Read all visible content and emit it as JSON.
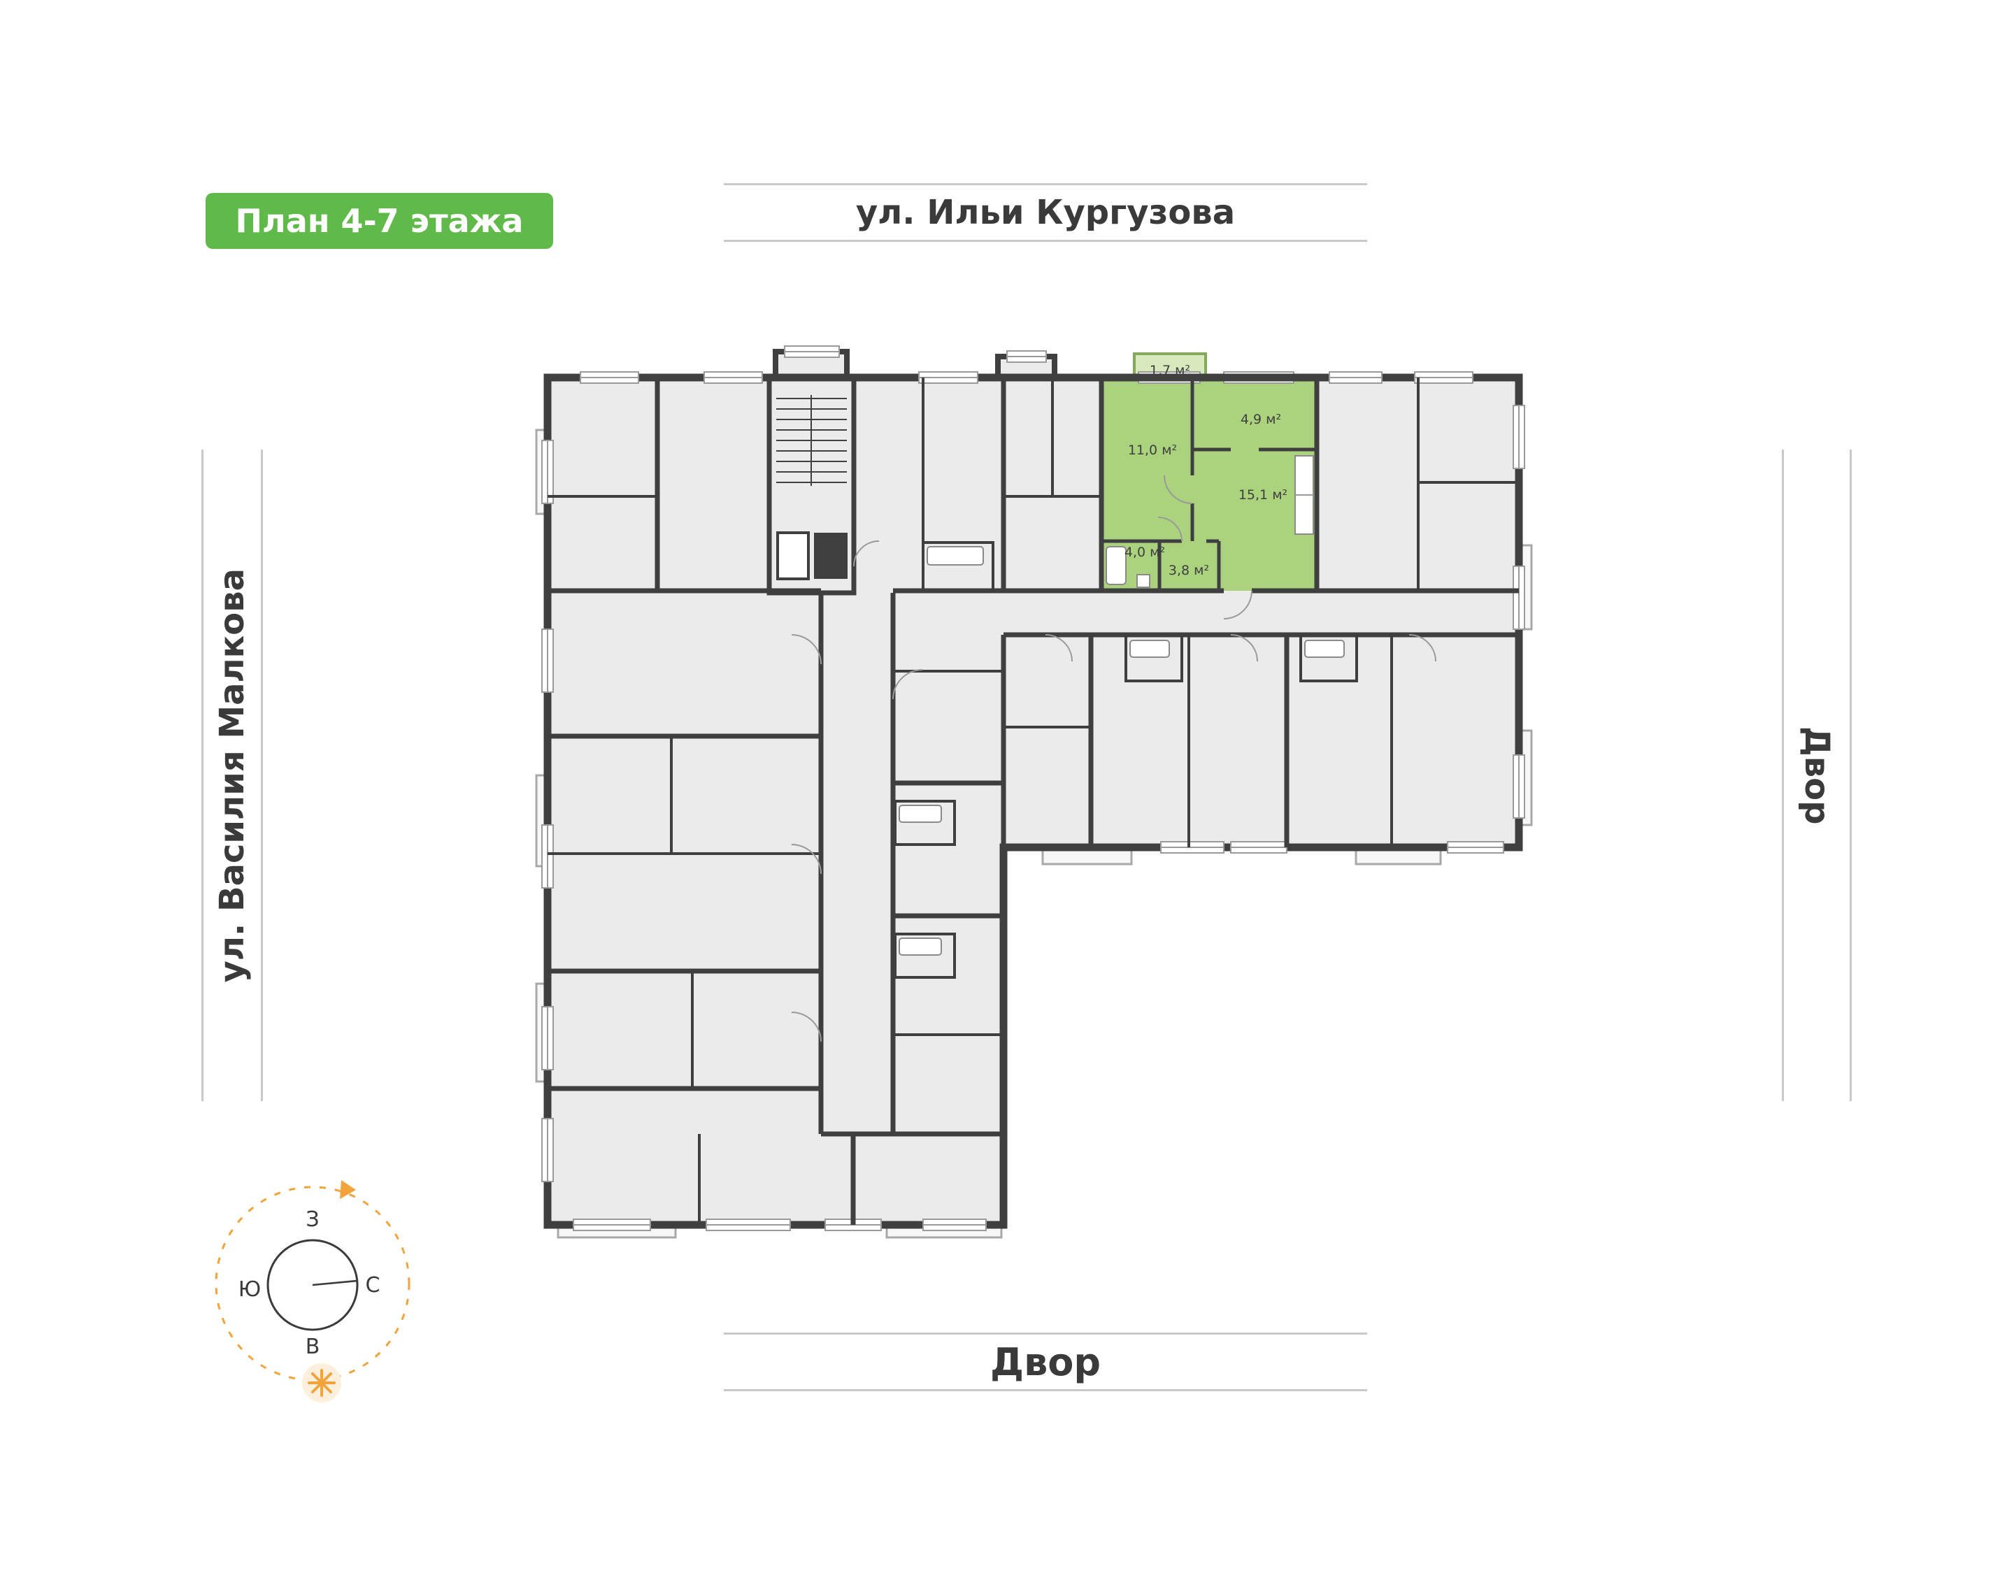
{
  "badge": {
    "label": "План 4-7 этажа"
  },
  "streets": {
    "top": "ул. Ильи Кургузова",
    "left": "ул. Василия Малкова",
    "right_yard": "Двор",
    "bottom_yard": "Двор"
  },
  "compass": {
    "top": "З",
    "right": "С",
    "left": "Ю",
    "bottom": "В"
  },
  "plan": {
    "floor_range": "4-7",
    "highlighted_unit": {
      "rooms": [
        {
          "name": "balcony",
          "area_label": "1,7 м²"
        },
        {
          "name": "bedroom",
          "area_label": "11,0 м²"
        },
        {
          "name": "hallway",
          "area_label": "4,9 м²"
        },
        {
          "name": "kitchen-living-room",
          "area_label": "15,1 м²"
        },
        {
          "name": "bathroom",
          "area_label": "4,0 м²"
        },
        {
          "name": "corridor",
          "area_label": "3,8 м²"
        }
      ]
    },
    "colors": {
      "accent_green": "#5FBA4A",
      "unit_fill": "#ABD37E",
      "unit_balcony_fill": "#D9E9BE",
      "wall": "#3F3F3F",
      "room_fill": "#EBEBEB",
      "street_line": "#C9C9C9",
      "compass_orange": "#F2A33C"
    }
  }
}
